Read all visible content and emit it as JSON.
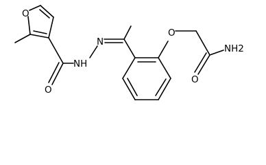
{
  "molecule": {
    "atoms": {
      "o_furan": "O",
      "nh": "NH",
      "n_imine": "N",
      "o_carbonyl": "O",
      "o_ether": "O",
      "o_amide": "O",
      "nh2": "NH2"
    }
  }
}
